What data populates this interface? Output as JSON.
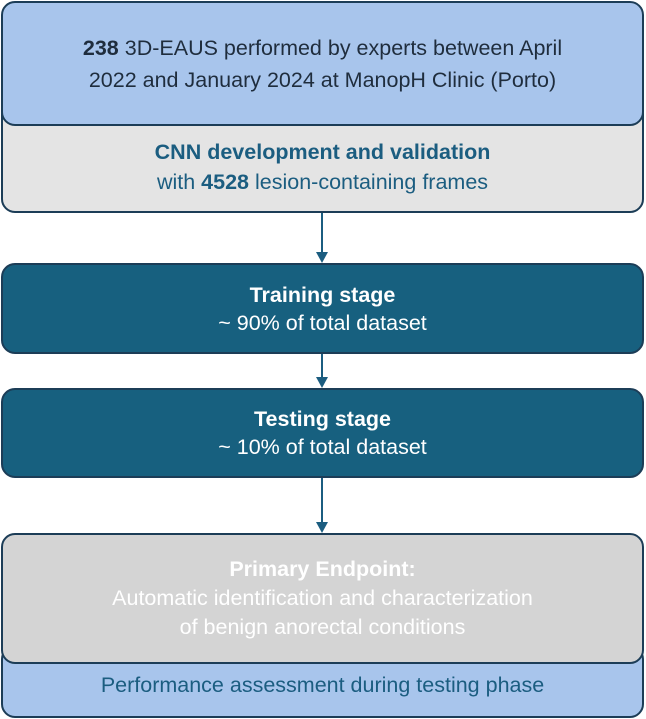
{
  "source_box": {
    "count": "238",
    "line1_rest": " 3D-EAUS performed by experts between April",
    "line2": "2022 and January 2024 at ManopH Clinic (Porto)"
  },
  "cnn_box": {
    "title": "CNN development and validation",
    "line2_prefix": "with ",
    "frames_count": "4528",
    "line2_suffix": " lesion-containing frames"
  },
  "training_box": {
    "title": "Training stage",
    "subtitle": "~ 90% of total dataset"
  },
  "testing_box": {
    "title": "Testing stage",
    "subtitle": "~ 10% of total dataset"
  },
  "endpoint_box": {
    "title": "Primary Endpoint:",
    "line1": "Automatic identification and characterization",
    "line2": "of benign anorectal conditions"
  },
  "performance_box": {
    "text": "Performance assessment during testing phase"
  },
  "colors": {
    "light_blue": "#a8c5ec",
    "light_grey": "#e4e4e4",
    "dark_teal": "#17607f",
    "mid_grey": "#d4d4d4",
    "border": "#1c3d57",
    "arrow": "#1b5d80"
  }
}
